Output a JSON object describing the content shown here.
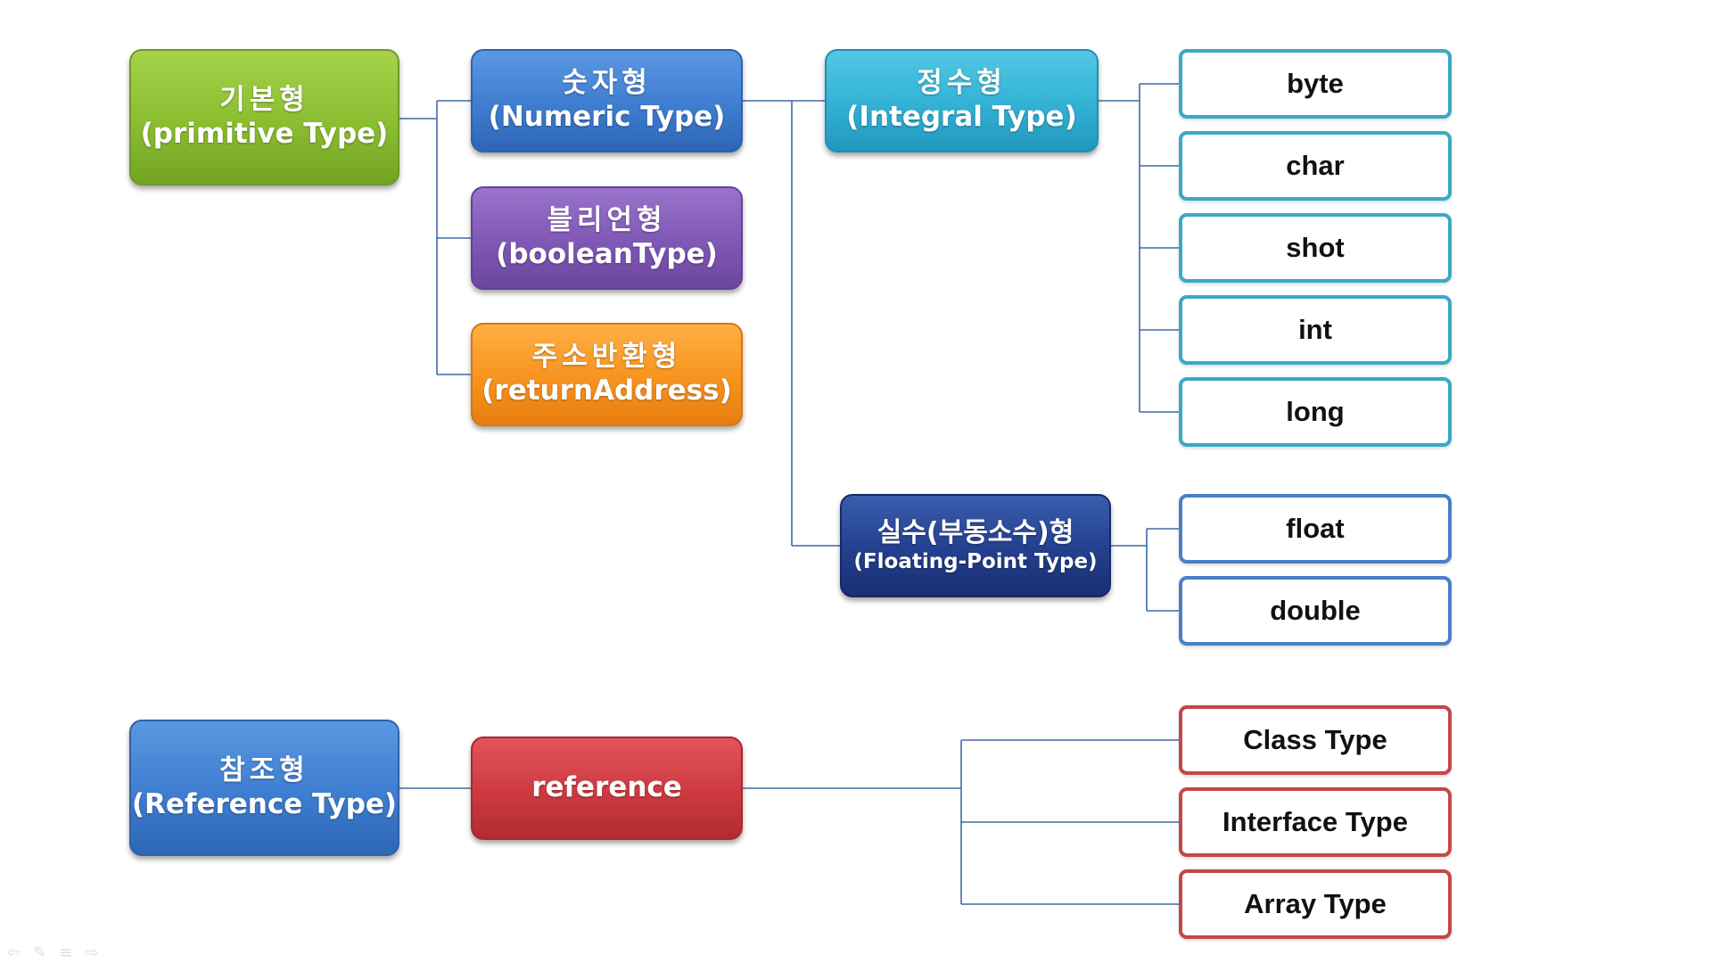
{
  "primitive": {
    "root": {
      "ko": "기본형",
      "en": "(primitive Type)"
    },
    "numeric": {
      "ko": "숫자형",
      "en": "(Numeric Type)"
    },
    "boolean": {
      "ko": "블리언형",
      "en": "(booleanType)"
    },
    "return_address": {
      "ko": "주소반환형",
      "en": "(returnAddress)"
    },
    "integral": {
      "ko": "정수형",
      "en": "(Integral Type)",
      "leaves": [
        "byte",
        "char",
        "shot",
        "int",
        "long"
      ]
    },
    "floating": {
      "ko": "실수(부동소수)형",
      "en": "(Floating-Point Type)",
      "leaves": [
        "float",
        "double"
      ]
    }
  },
  "reference": {
    "root": {
      "ko": "참조형",
      "en": "(Reference Type)"
    },
    "reference": {
      "label": "reference"
    },
    "leaves": [
      "Class Type",
      "Interface Type",
      "Array Type"
    ]
  },
  "colors": {
    "connector": "#3f6aa8",
    "green": "#8bbd30",
    "blue": "#3e7dd0",
    "purple": "#7f57b5",
    "orange": "#f7931e",
    "cyan": "#32b1d4",
    "navy": "#233f8e",
    "red": "#cc3a40"
  },
  "slide_nav": {
    "icons": [
      "prev-arrow-icon",
      "pen-icon",
      "menu-icon",
      "next-arrow-icon"
    ]
  }
}
